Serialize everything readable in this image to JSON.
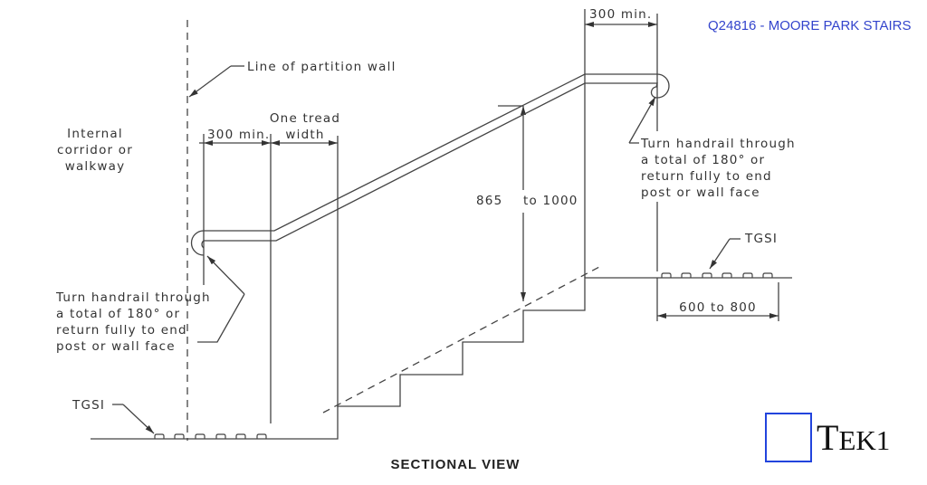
{
  "project_label": "Q24816 - MOORE PARK STAIRS",
  "title": "SECTIONAL VIEW",
  "logo": {
    "text_first": "T",
    "text_rest": "EK1",
    "accent": "#2244dd"
  },
  "labels": {
    "partition_wall": "Line of partition wall",
    "corridor": [
      "Internal",
      "corridor or",
      "walkway"
    ],
    "left_300": "300 min.",
    "tread": [
      "One tread",
      "width"
    ],
    "right_300": "300 min.",
    "height_a": "865",
    "height_b": "to 1000",
    "turn_note_left": [
      "Turn handrail through",
      "a total of 180° or",
      "return fully to end",
      "post or wall face"
    ],
    "turn_note_right": [
      "Turn handrail through",
      "a total of 180° or",
      "return fully to end",
      "post or wall face"
    ],
    "tgsi_left": "TGSI",
    "tgsi_right": "TGSI",
    "tgsi_width": "600 to 800"
  },
  "colors": {
    "line": "#444444",
    "project": "#3344cc"
  }
}
